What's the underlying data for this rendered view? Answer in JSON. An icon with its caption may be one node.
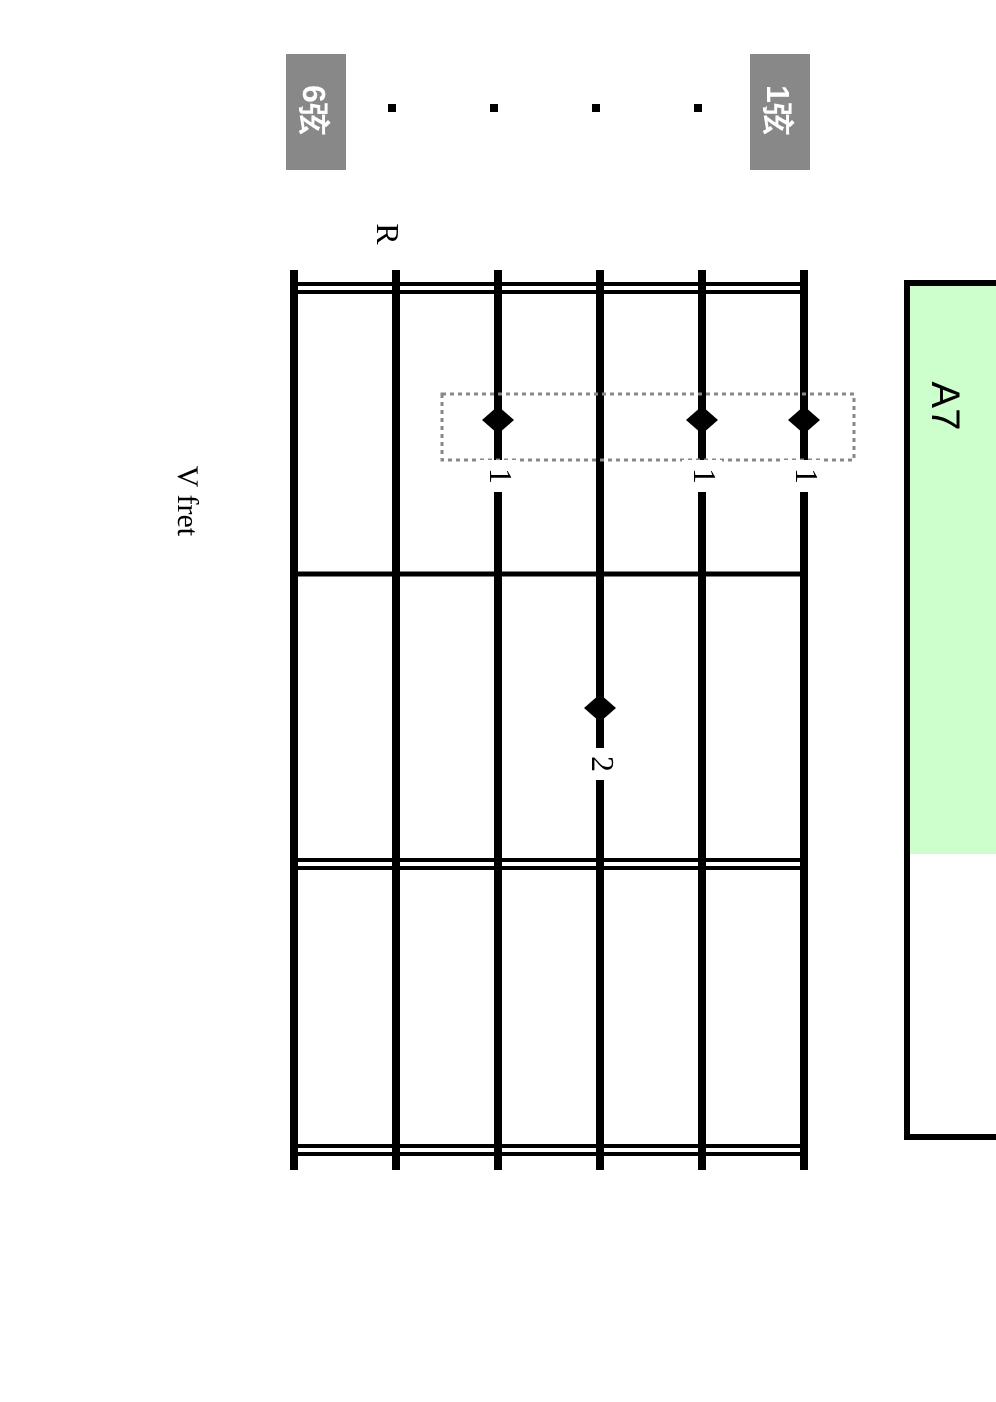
{
  "diagram": {
    "nodes": [
      {
        "text": [
          "A7"
        ]
      },
      {
        "text": [
          "1弦"
        ]
      },
      {
        "text": [
          "6弦"
        ]
      }
    ],
    "labels": [
      "R",
      "1",
      "1",
      "1",
      "2",
      "V fret"
    ]
  }
}
